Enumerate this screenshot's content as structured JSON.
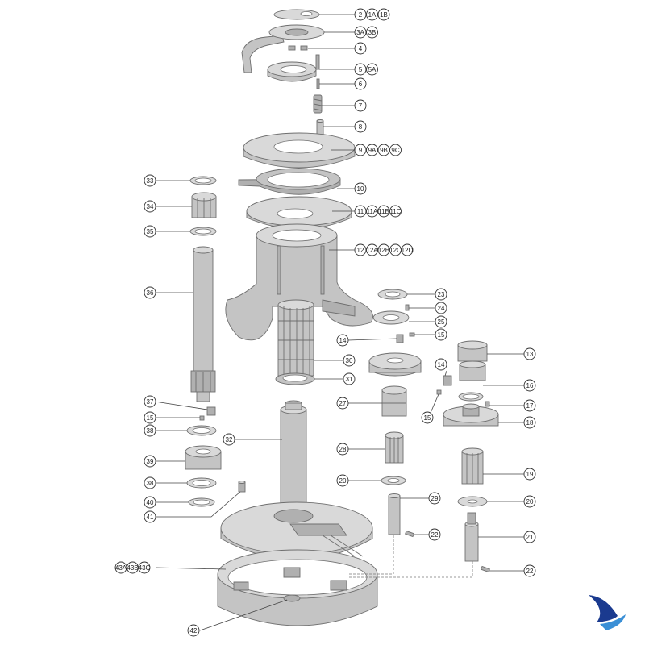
{
  "callouts": [
    {
      "id": "c2",
      "labels": [
        "2",
        "1A",
        "1B"
      ]
    },
    {
      "id": "c3",
      "labels": [
        "3A",
        "3B"
      ]
    },
    {
      "id": "c4",
      "labels": [
        "4"
      ]
    },
    {
      "id": "c5",
      "labels": [
        "5",
        "5A"
      ]
    },
    {
      "id": "c6",
      "labels": [
        "6"
      ]
    },
    {
      "id": "c7",
      "labels": [
        "7"
      ]
    },
    {
      "id": "c8",
      "labels": [
        "8"
      ]
    },
    {
      "id": "c9",
      "labels": [
        "9",
        "9A",
        "9B",
        "9C"
      ]
    },
    {
      "id": "c10",
      "labels": [
        "10"
      ]
    },
    {
      "id": "c11",
      "labels": [
        "11",
        "11A",
        "11B",
        "11C"
      ]
    },
    {
      "id": "c12",
      "labels": [
        "12",
        "12A",
        "12B",
        "12C",
        "12D"
      ]
    },
    {
      "id": "c23",
      "labels": [
        "23"
      ]
    },
    {
      "id": "c24",
      "labels": [
        "24"
      ]
    },
    {
      "id": "c25",
      "labels": [
        "25"
      ]
    },
    {
      "id": "c14a",
      "labels": [
        "14"
      ]
    },
    {
      "id": "c15a",
      "labels": [
        "15"
      ]
    },
    {
      "id": "c13",
      "labels": [
        "13"
      ]
    },
    {
      "id": "c30",
      "labels": [
        "30"
      ]
    },
    {
      "id": "c31",
      "labels": [
        "31"
      ]
    },
    {
      "id": "c14b",
      "labels": [
        "14"
      ]
    },
    {
      "id": "c16",
      "labels": [
        "16"
      ]
    },
    {
      "id": "c17",
      "labels": [
        "17"
      ]
    },
    {
      "id": "c18",
      "labels": [
        "18"
      ]
    },
    {
      "id": "c15b",
      "labels": [
        "15"
      ]
    },
    {
      "id": "c27",
      "labels": [
        "27"
      ]
    },
    {
      "id": "c33",
      "labels": [
        "33"
      ]
    },
    {
      "id": "c34",
      "labels": [
        "34"
      ]
    },
    {
      "id": "c35",
      "labels": [
        "35"
      ]
    },
    {
      "id": "c36",
      "labels": [
        "36"
      ]
    },
    {
      "id": "c37",
      "labels": [
        "37"
      ]
    },
    {
      "id": "c15c",
      "labels": [
        "15"
      ]
    },
    {
      "id": "c38a",
      "labels": [
        "38"
      ]
    },
    {
      "id": "c39",
      "labels": [
        "39"
      ]
    },
    {
      "id": "c38b",
      "labels": [
        "38"
      ]
    },
    {
      "id": "c40",
      "labels": [
        "40"
      ]
    },
    {
      "id": "c41",
      "labels": [
        "41"
      ]
    },
    {
      "id": "c32",
      "labels": [
        "32"
      ]
    },
    {
      "id": "c28",
      "labels": [
        "28"
      ]
    },
    {
      "id": "c19",
      "labels": [
        "19"
      ]
    },
    {
      "id": "c20a",
      "labels": [
        "20"
      ]
    },
    {
      "id": "c20b",
      "labels": [
        "20"
      ]
    },
    {
      "id": "c29",
      "labels": [
        "29"
      ]
    },
    {
      "id": "c22a",
      "labels": [
        "22"
      ]
    },
    {
      "id": "c21",
      "labels": [
        "21"
      ]
    },
    {
      "id": "c22b",
      "labels": [
        "22"
      ]
    },
    {
      "id": "c43",
      "labels": [
        "43A",
        "43B",
        "43C"
      ]
    },
    {
      "id": "c42",
      "labels": [
        "42"
      ]
    }
  ],
  "colors": {
    "part_light": "#d9d9d9",
    "part_mid": "#c4c4c4",
    "part_dark": "#b0b0b0",
    "logo_blue_dark": "#1a3a8f",
    "logo_blue_light": "#3a8fd6"
  },
  "logo": {
    "icon": "sail-swoosh-logo"
  }
}
